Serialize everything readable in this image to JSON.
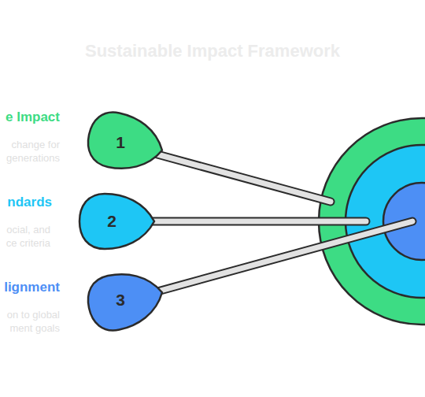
{
  "diagram": {
    "title": "Sustainable Impact Framework",
    "nodes": [
      {
        "text": [
          "1"
        ]
      },
      {
        "text": [
          "2"
        ]
      },
      {
        "text": [
          "3"
        ]
      }
    ],
    "labels": [
      "e Impact",
      "change for generations",
      "ndards",
      "ocial, and ce criteria",
      "lignment",
      "on to global ment goals"
    ]
  }
}
